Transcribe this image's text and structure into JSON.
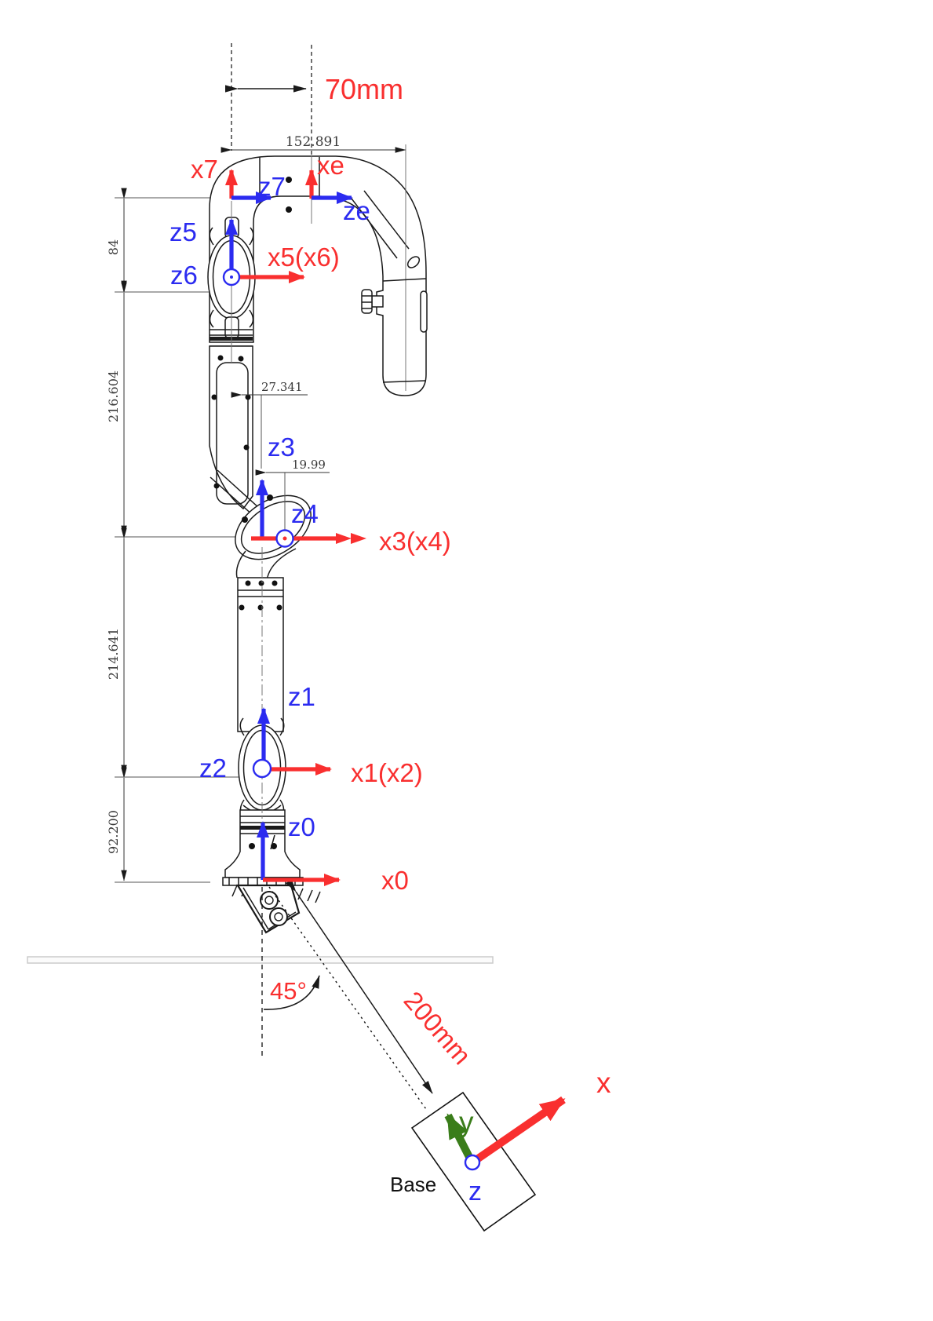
{
  "colors": {
    "axis_x_red": "#f92f2f",
    "axis_z_blue": "#2b2bf0",
    "axis_y_green": "#3a7d1a",
    "drawing_line": "#1a1a1a",
    "dim_text": "#3a3a3a"
  },
  "top_dims": {
    "offset": "70mm",
    "width": "152.891"
  },
  "left_dims": {
    "d84": "84",
    "d216": "216.604",
    "d214": "214.641",
    "d92": "92.200"
  },
  "inline_dims": {
    "d27": "27.341",
    "d19": "19.99"
  },
  "frames": {
    "x7": "x7",
    "z7": "z7",
    "xe": "xe",
    "ze": "ze",
    "z5": "z5",
    "z6": "z6",
    "x5x6": "x5(x6)",
    "z3": "z3",
    "z4": "z4",
    "x3x4": "x3(x4)",
    "z1": "z1",
    "z2": "z2",
    "x1x2": "x1(x2)",
    "z0": "z0",
    "x0": "x0"
  },
  "base_frame": {
    "label": "Base",
    "x": "x",
    "y": "y",
    "z": "z",
    "angle": "45°",
    "distance": "200mm"
  }
}
